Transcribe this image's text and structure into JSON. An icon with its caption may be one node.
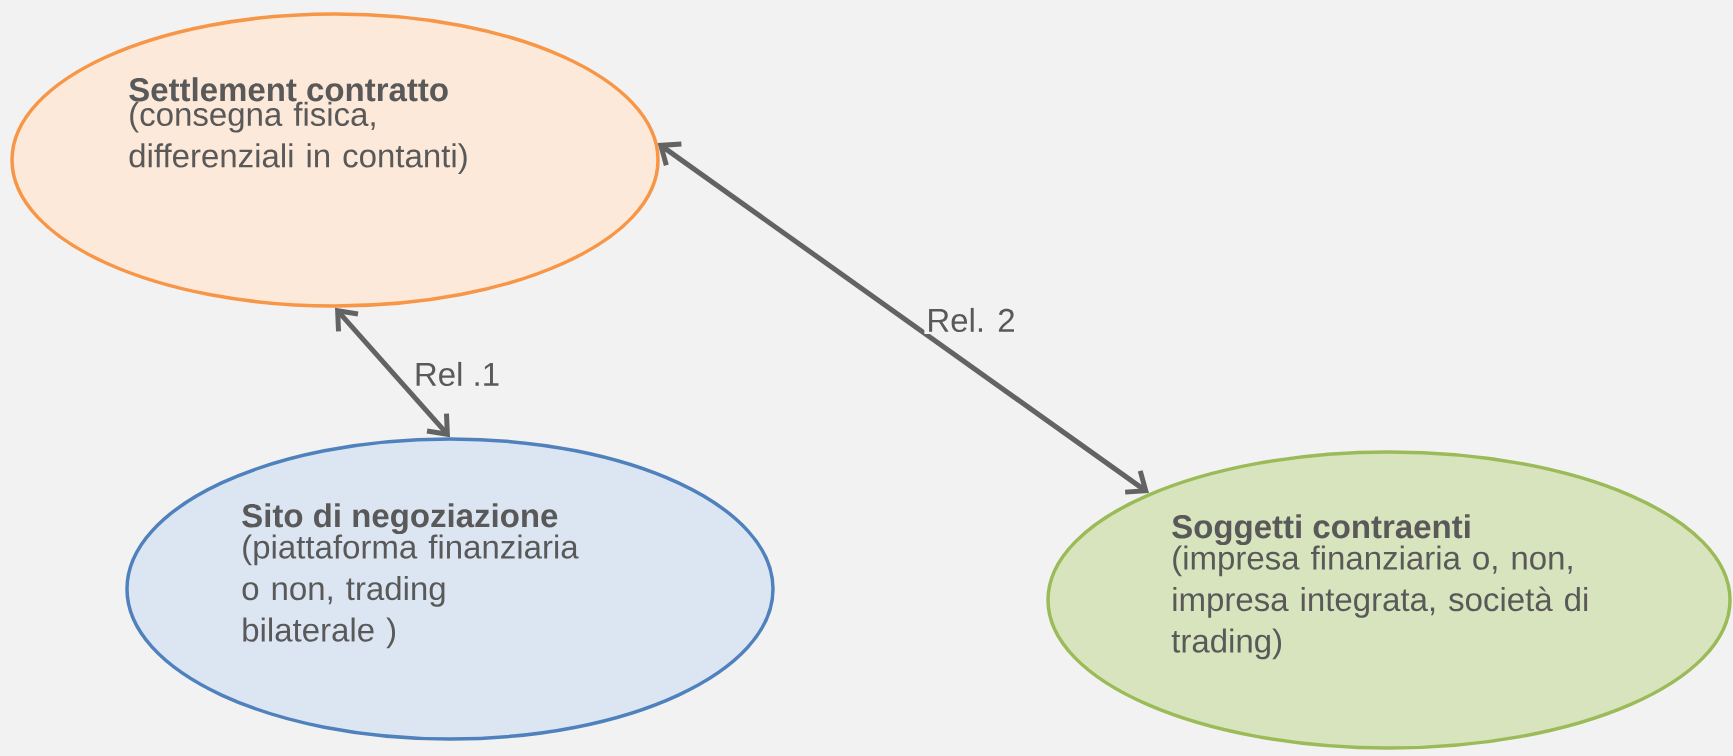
{
  "diagram": {
    "nodes": [
      {
        "text": [
          "Settlement contratto",
          "(consegna fisica, differenziali in contanti)"
        ]
      },
      {
        "text": [
          "Sito di negoziazione",
          "(piattaforma finanziaria o non, trading bilaterale )"
        ]
      },
      {
        "text": [
          "Soggetti contraenti",
          "(impresa finanziaria o, non, impresa integrata, società di trading)"
        ]
      }
    ],
    "edges": [
      {
        "from": 0,
        "to": 1,
        "arrow": "both",
        "label": "Rel .1"
      },
      {
        "from": 0,
        "to": 2,
        "arrow": "both",
        "label": "Rel. 2"
      }
    ]
  }
}
